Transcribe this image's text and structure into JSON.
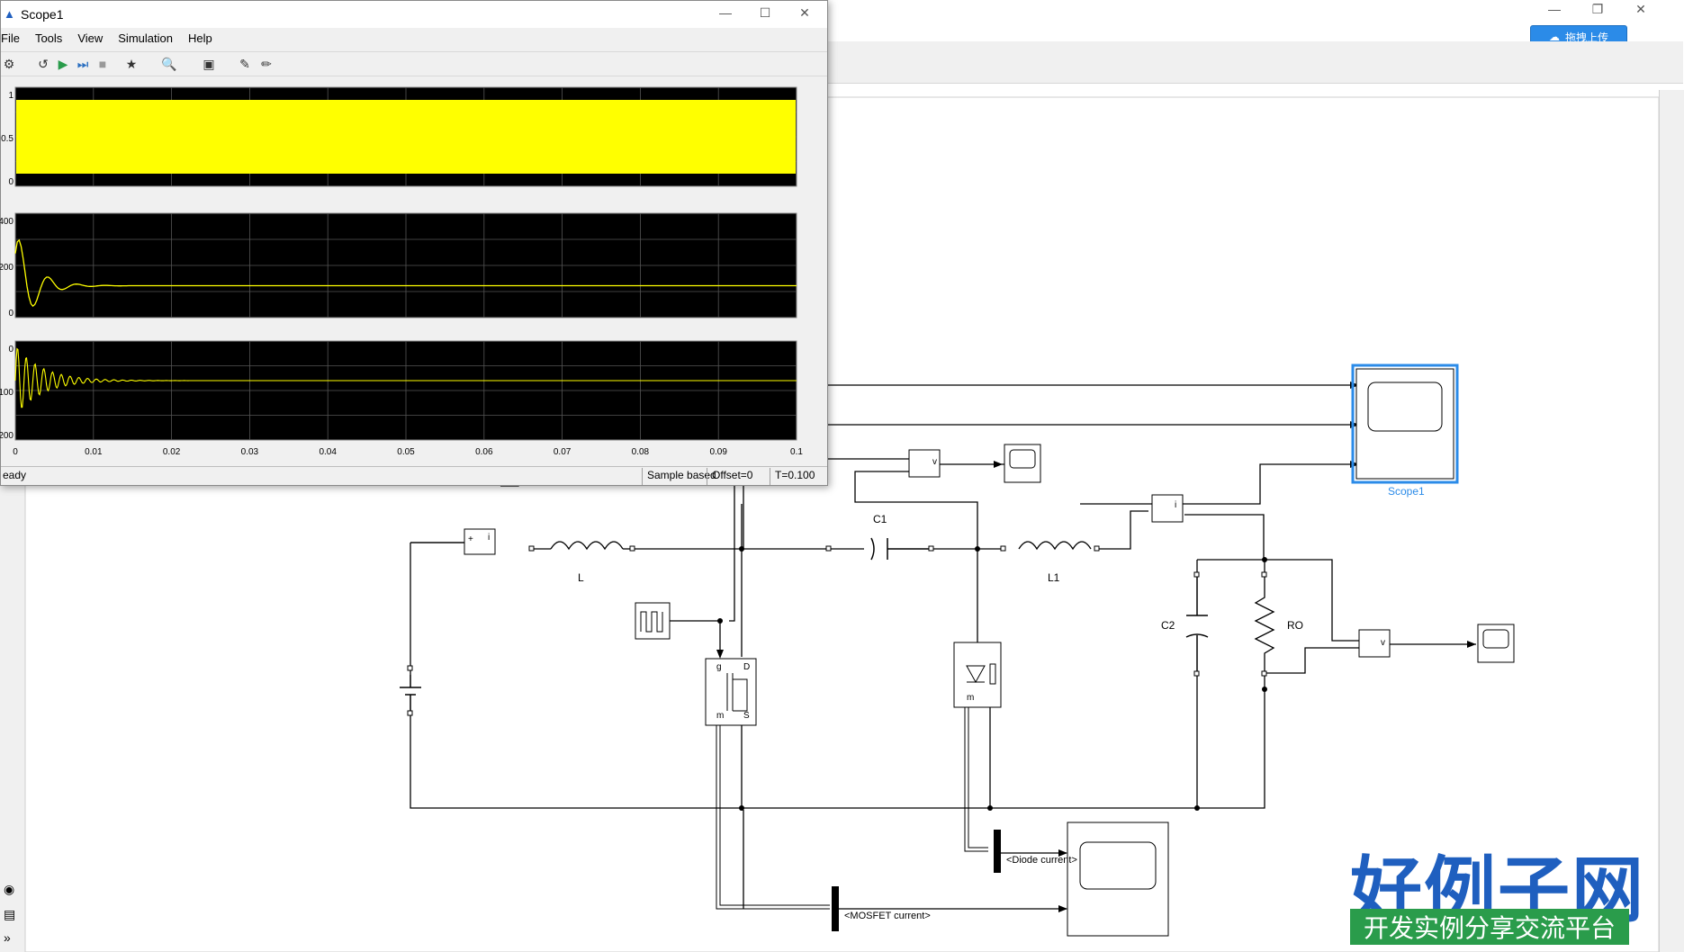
{
  "scope": {
    "title": "Scope1",
    "menu": [
      "File",
      "Tools",
      "View",
      "Simulation",
      "Help"
    ],
    "status": {
      "ready": "eady",
      "mode": "Sample based",
      "offset": "Offset=0",
      "time": "T=0.100"
    },
    "x_ticks": [
      "0",
      "0.01",
      "0.02",
      "0.03",
      "0.04",
      "0.05",
      "0.06",
      "0.07",
      "0.08",
      "0.09",
      "0.1"
    ],
    "plot1_yticks": [
      "1",
      "0.5",
      "0"
    ],
    "plot2_yticks": [
      "400",
      "200",
      "0"
    ],
    "plot3_yticks": [
      "0",
      "100",
      "200"
    ]
  },
  "model": {
    "labels": {
      "L": "L",
      "C1": "C1",
      "L1": "L1",
      "C2": "C2",
      "RO": "RO",
      "scope1": "Scope1",
      "diode_current": "<Diode current>",
      "mosfet_current": "<MOSFET current>",
      "plus": "+",
      "minus": "-",
      "i": "i",
      "v": "v",
      "g": "g",
      "d": "D",
      "s": "S",
      "m": "m"
    }
  },
  "upload_button": {
    "label": "拖拽上传"
  },
  "logo": {
    "title": "好例子网",
    "subtitle": "开发实例分享交流平台"
  },
  "colors": {
    "trace": "#ffff00",
    "plot_bg": "#000000",
    "selected": "#2b8be8"
  }
}
